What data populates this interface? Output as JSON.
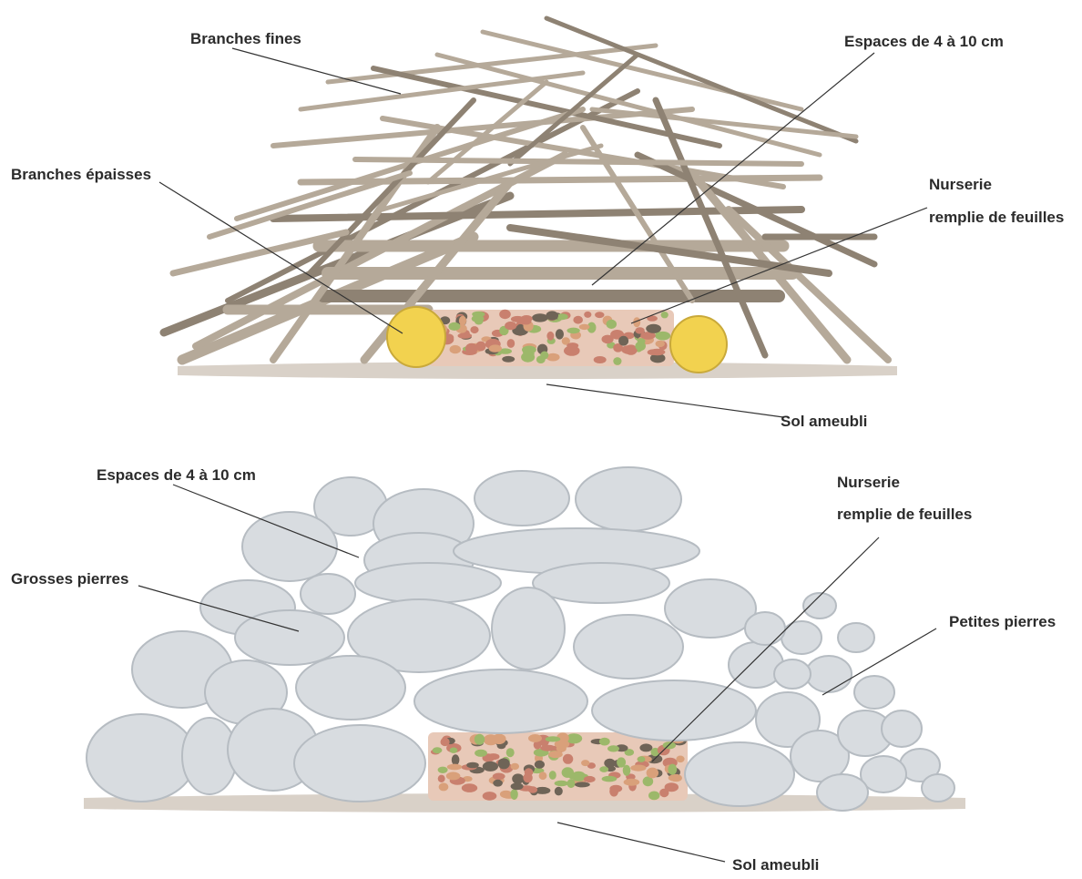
{
  "figure_top": {
    "labels": {
      "thin_branches": "Branches fines",
      "gaps": "Espaces de 4 à 10 cm",
      "thick_branches": "Branches épaisses",
      "nursery_line1": "Nurserie",
      "nursery_line2": "remplie de feuilles",
      "soil": "Sol ameubli"
    }
  },
  "figure_bottom": {
    "labels": {
      "gaps": "Espaces de 4 à 10 cm",
      "nursery_line1": "Nurserie",
      "nursery_line2": "remplie de feuilles",
      "large_stones": "Grosses pierres",
      "small_stones": "Petites pierres",
      "soil": "Sol ameubli"
    }
  },
  "colors": {
    "branch": "#b5a999",
    "branch_dark": "#8e8273",
    "log_end": "#f2d24f",
    "stone_fill": "#d8dce0",
    "soil": "#c9bfb2",
    "leaf_red": "#c9806e",
    "leaf_green": "#9cb86a",
    "leaf_dark": "#6f6457"
  }
}
